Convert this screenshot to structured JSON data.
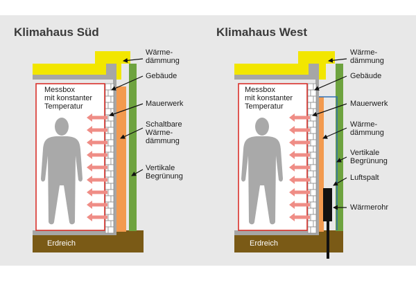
{
  "colors": {
    "background": "#e8e8e8",
    "insulation_yellow": "#f2e600",
    "building_grey": "#a6a6a6",
    "orange_insulation": "#f39a4f",
    "green_planting": "#6ea33f",
    "earth": "#7a5a16",
    "arrow": "#ef8d86",
    "box_border": "#d9302a",
    "air_gap_line": "#2f6fb3",
    "heat_pipe": "#111111",
    "person": "#a9a9a9"
  },
  "panels": [
    {
      "title": "Klimahaus Süd",
      "box_text": [
        "Messbox",
        "mit konstanter",
        "Temperatur"
      ],
      "earth_label": "Erdreich",
      "labels": [
        {
          "lines": [
            "Wärme-",
            "dämmung"
          ]
        },
        {
          "lines": [
            "Gebäude"
          ]
        },
        {
          "lines": [
            "Mauerwerk"
          ]
        },
        {
          "lines": [
            "Schaltbare",
            "Wärme-",
            "dämmung"
          ]
        },
        {
          "lines": [
            "Vertikale",
            "Begrünung"
          ]
        }
      ]
    },
    {
      "title": "Klimahaus West",
      "box_text": [
        "Messbox",
        "mit konstanter",
        "Temperatur"
      ],
      "earth_label": "Erdreich",
      "labels": [
        {
          "lines": [
            "Wärme-",
            "dämmung"
          ]
        },
        {
          "lines": [
            "Gebäude"
          ]
        },
        {
          "lines": [
            "Mauerwerk"
          ]
        },
        {
          "lines": [
            "Wärme-",
            "dämmung"
          ]
        },
        {
          "lines": [
            "Vertikale",
            "Begrünung"
          ]
        },
        {
          "lines": [
            "Luftspalt"
          ]
        },
        {
          "lines": [
            "Wärmerohr"
          ]
        }
      ]
    }
  ]
}
